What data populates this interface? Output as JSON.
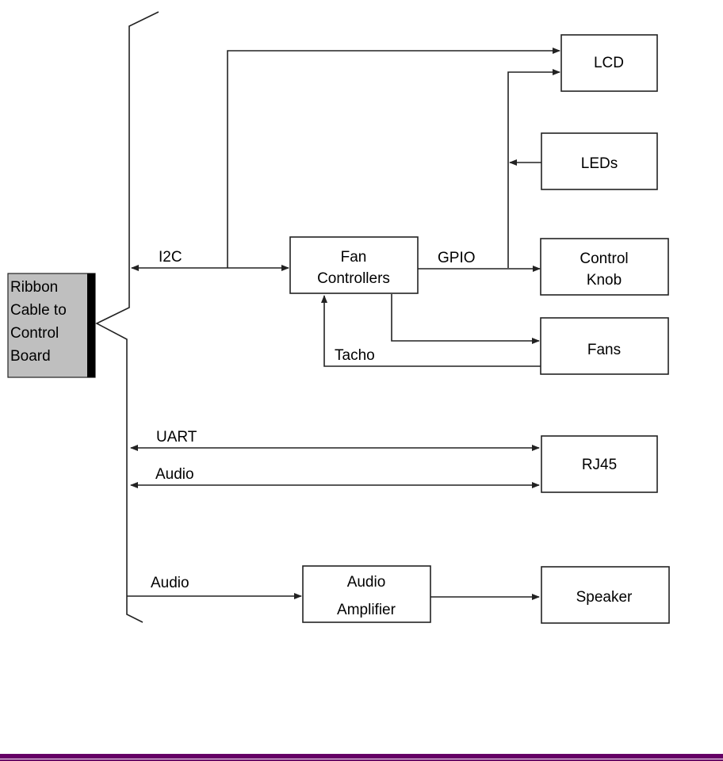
{
  "ribbon": {
    "lines": [
      "Ribbon",
      "Cable to",
      "Control",
      "Board"
    ],
    "fill_color": "#bfbfbf",
    "edge_color": "#000000"
  },
  "blocks": {
    "lcd": [
      "LCD"
    ],
    "leds": [
      "LEDs"
    ],
    "fan_controllers": [
      "Fan",
      "Controllers"
    ],
    "control_knob": [
      "Control",
      "Knob"
    ],
    "fans": [
      "Fans"
    ],
    "rj45": [
      "RJ45"
    ],
    "audio_amplifier": [
      "Audio",
      "Amplifier"
    ],
    "speaker": [
      "Speaker"
    ]
  },
  "connections": {
    "i2c": "I2C",
    "gpio": "GPIO",
    "tacho": "Tacho",
    "uart": "UART",
    "audio_rj45": "Audio",
    "audio_amp": "Audio"
  },
  "footer": {
    "bar_color": "#660066"
  }
}
